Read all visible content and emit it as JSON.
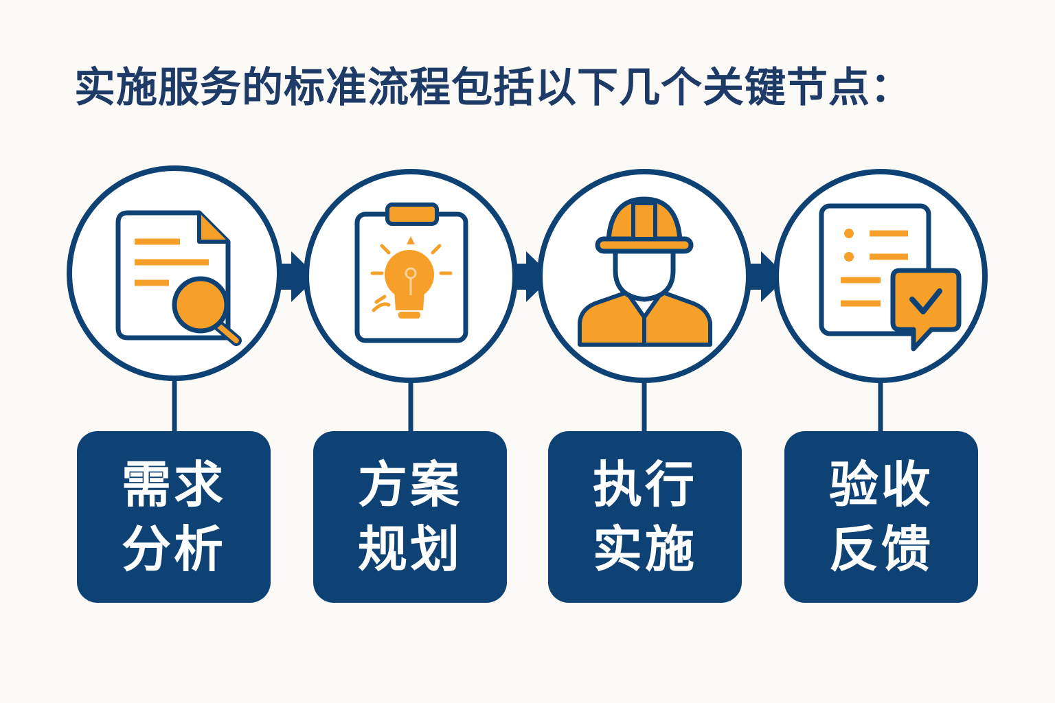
{
  "title": "实施服务的标准流程包括以下几个关键节点：",
  "colors": {
    "navy": "#0e4275",
    "title": "#1e3a66",
    "accent": "#f6a02a",
    "background": "#fbfaf6"
  },
  "steps": [
    {
      "label": "需求分析",
      "icon": "document-search-icon"
    },
    {
      "label": "方案规划",
      "icon": "clipboard-lightbulb-icon"
    },
    {
      "label": "执行实施",
      "icon": "construction-worker-icon"
    },
    {
      "label": "验收反馈",
      "icon": "checklist-approval-icon"
    }
  ]
}
